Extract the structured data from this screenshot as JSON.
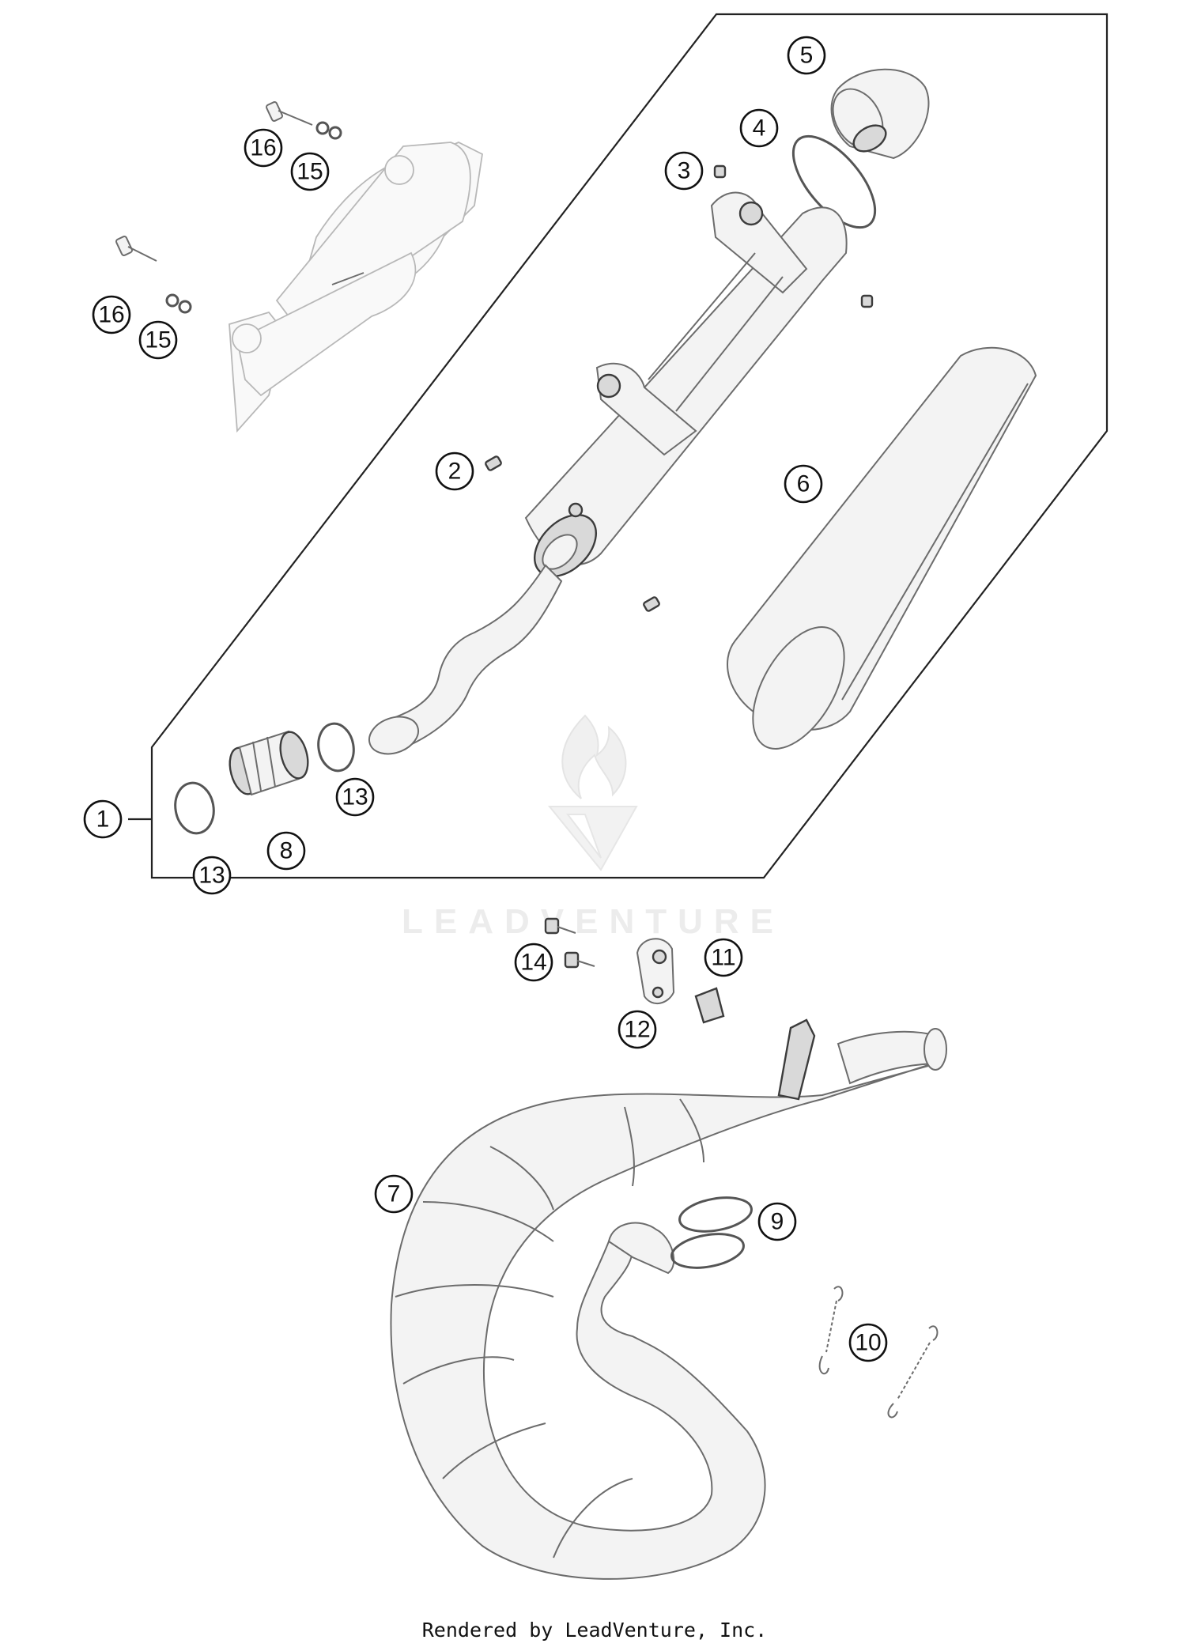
{
  "watermark": {
    "brand": "LEADVENTURE"
  },
  "footer": {
    "credit": "Rendered by LeadVenture, Inc."
  },
  "callouts": [
    {
      "label": "1"
    },
    {
      "label": "2"
    },
    {
      "label": "3"
    },
    {
      "label": "4"
    },
    {
      "label": "5"
    },
    {
      "label": "6"
    },
    {
      "label": "7"
    },
    {
      "label": "8"
    },
    {
      "label": "9"
    },
    {
      "label": "10"
    },
    {
      "label": "11"
    },
    {
      "label": "12"
    },
    {
      "label": "13"
    },
    {
      "label": "13"
    },
    {
      "label": "14"
    },
    {
      "label": "15"
    },
    {
      "label": "15"
    },
    {
      "label": "16"
    },
    {
      "label": "16"
    }
  ]
}
